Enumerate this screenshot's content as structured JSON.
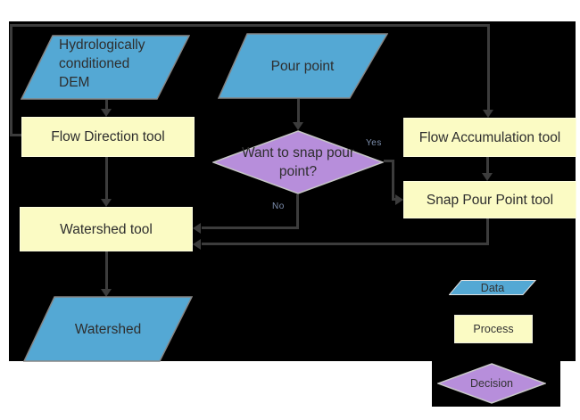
{
  "nodes": {
    "dem": {
      "label": "Hydrologically conditioned DEM",
      "type": "data"
    },
    "pour_point": {
      "label": "Pour point",
      "type": "data"
    },
    "flow_direction": {
      "label": "Flow Direction tool",
      "type": "process"
    },
    "flow_accumulation": {
      "label": "Flow Accumulation tool",
      "type": "process"
    },
    "snap_pour_point": {
      "label": "Snap Pour Point tool",
      "type": "process"
    },
    "watershed_tool": {
      "label": "Watershed tool",
      "type": "process"
    },
    "decision": {
      "label": "Want to snap pour point?",
      "type": "decision"
    },
    "watershed_output": {
      "label": "Watershed",
      "type": "data"
    }
  },
  "edge_labels": {
    "yes": "Yes",
    "no": "No"
  },
  "legend": {
    "data": "Data",
    "process": "Process",
    "decision": "Decision"
  },
  "colors": {
    "canvas": "#000000",
    "data_fill": "#54a8d4",
    "process_fill": "#fbfbc4",
    "decision_fill": "#b78edb",
    "connector": "#3c3c3c",
    "data_stroke": "#858585",
    "decision_stroke": "#c6c6c6",
    "legend_stroke": "#e0e0e0"
  }
}
